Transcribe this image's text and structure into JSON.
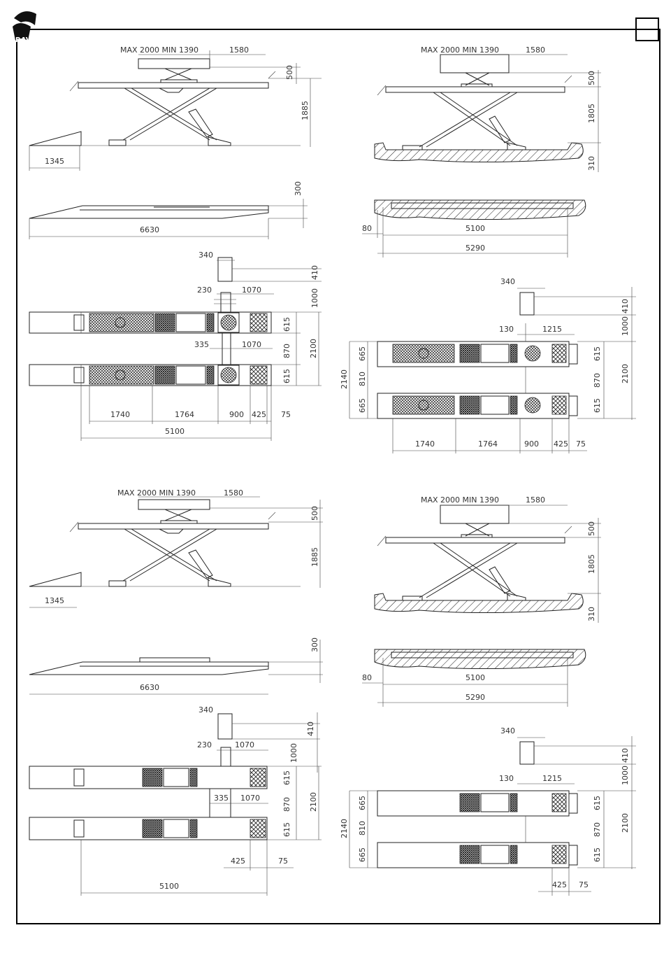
{
  "labels": {
    "maxmin": "MAX 2000 MIN 1390",
    "d1580": "1580",
    "d500": "500",
    "d1885": "1885",
    "d1805": "1805",
    "d310": "310",
    "d1345": "1345",
    "d300": "300",
    "d6630": "6630",
    "d80": "80",
    "d5100": "5100",
    "d5290": "5290",
    "d340": "340",
    "d410": "410",
    "d1000": "1000",
    "d230": "230",
    "d1070": "1070",
    "d335": "335",
    "d615": "615",
    "d870": "870",
    "d2100": "2100",
    "d1740": "1740",
    "d1764": "1764",
    "d900": "900",
    "d425": "425",
    "d75": "75",
    "d130": "130",
    "d1215": "1215",
    "d665": "665",
    "d810": "810",
    "d2140": "2140"
  },
  "icons": {
    "logo": "brand-logo-icon",
    "corner_box": "empty-box-icon"
  }
}
